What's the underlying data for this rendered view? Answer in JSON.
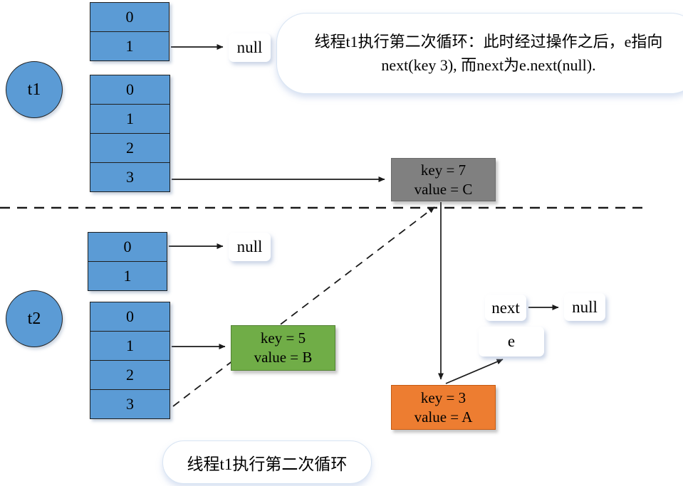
{
  "colors": {
    "array_fill": "#5B9BD5",
    "node_gray": "#808080",
    "node_green": "#70AD47",
    "node_orange": "#ED7D31",
    "bubble_border": "#D9E5F3",
    "line": "#1A1A1A"
  },
  "t1": {
    "circle_label": "t1",
    "small_array": [
      "0",
      "1"
    ],
    "large_array": [
      "0",
      "1",
      "2",
      "3"
    ]
  },
  "t2": {
    "circle_label": "t2",
    "small_array": [
      "0",
      "1"
    ],
    "large_array": [
      "0",
      "1",
      "2",
      "3"
    ]
  },
  "nodes": {
    "key7": {
      "line1": "key = 7",
      "line2": "value = C"
    },
    "key5": {
      "line1": "key = 5",
      "line2": "value = B"
    },
    "key3": {
      "line1": "key = 3",
      "line2": "value = A"
    }
  },
  "labels": {
    "null_top": "null",
    "null_mid": "null",
    "next": "next",
    "null_right": "null",
    "e": "e"
  },
  "callouts": {
    "top": {
      "line1": "线程t1执行第二次循环：此时经过操作之后，e指向",
      "line2": "next(key 3), 而next为e.next(null)."
    },
    "bottom": {
      "text": "线程t1执行第二次循环"
    }
  }
}
